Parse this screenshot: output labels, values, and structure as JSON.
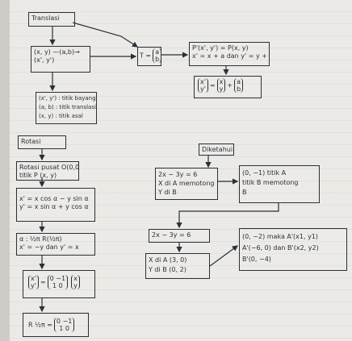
{
  "translasi": {
    "title": "Translasi",
    "box_xy": [
      "(x, y) —(a,b)→",
      "(x', y')"
    ],
    "box_T": [
      "T =",
      "a",
      "b"
    ],
    "box_formula": [
      "P'(x', y') = P(x, y)",
      "x' = x + a dan y' = y + b"
    ],
    "box_matrix": [
      "x'",
      "y'",
      "x",
      "y",
      "a",
      "b"
    ],
    "box_def": [
      "(x', y') : titik bayangan",
      "(a, b) : titik translasi",
      "(x, y) : titik asal"
    ]
  },
  "rotasi": {
    "title": "Rotasi",
    "box_center": [
      "Rotasi pusat O(0,0)",
      "titik P (x, y)"
    ],
    "box_eq": [
      "x' = x cos α − y sin α",
      "y' = x sin α + y cos α"
    ],
    "box_example": [
      "α : ½π  R(½π)",
      "x' = −y dan y' = x"
    ],
    "box_matrix": [
      "x'",
      "y'",
      "0",
      "−1",
      "1",
      "0",
      "x",
      "y"
    ],
    "box_result": [
      "R ½π =",
      "0",
      "−1",
      "1",
      "0"
    ]
  },
  "diketahui": {
    "title": "Diketahui",
    "box_given": [
      "2x − 3y = 6",
      "X di A memotong",
      "Y di B"
    ],
    "box_points": [
      "(0, −1) titik A",
      "titik B memotong",
      "B"
    ],
    "box_eq2": [
      "2x − 3y = 6"
    ],
    "box_intercepts": [
      "X di A (3, 0)",
      "Y di B (0, 2)"
    ],
    "box_answer": [
      "(0, −2) maka A'(x1, y1)",
      "A'(−6, 0) dan B'(x2, y2)",
      "B'(0, −4)"
    ]
  },
  "colors": {
    "ink": "#2b2f3a",
    "paper": "#eceae6"
  }
}
